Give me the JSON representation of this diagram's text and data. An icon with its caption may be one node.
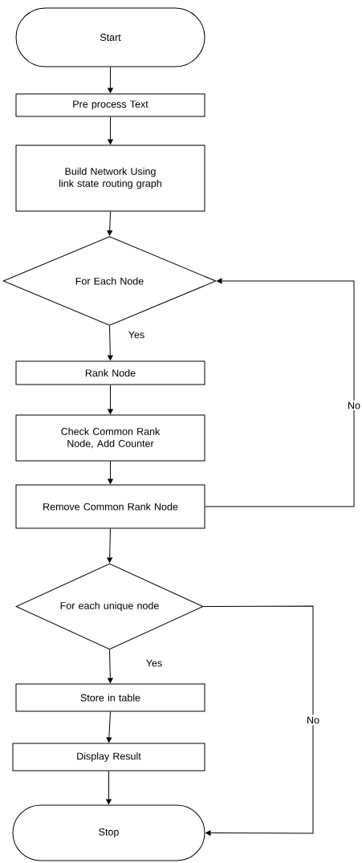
{
  "diagram": {
    "nodes": [
      {
        "text": [
          "Start"
        ]
      },
      {
        "text": [
          "Pre process Text"
        ]
      },
      {
        "text": [
          "Build Network Using link state routing graph"
        ]
      },
      {
        "text": [
          "For Each Node"
        ]
      },
      {
        "text": [
          "Rank Node"
        ]
      },
      {
        "text": [
          "Check Common Rank Node, Add Counter"
        ]
      },
      {
        "text": [
          "Remove Common Rank Node"
        ]
      },
      {
        "text": [
          "For each unique node"
        ]
      },
      {
        "text": [
          "Store in table"
        ]
      },
      {
        "text": [
          "Display Result"
        ]
      },
      {
        "text": [
          "Stop"
        ]
      }
    ],
    "edges": [
      {
        "from": 0,
        "to": 1,
        "arrow": "to"
      },
      {
        "from": 1,
        "to": 2,
        "arrow": "to"
      },
      {
        "from": 2,
        "to": 3,
        "arrow": "to"
      },
      {
        "from": 3,
        "to": 4,
        "arrow": "to",
        "label": "Yes"
      },
      {
        "from": 4,
        "to": 5,
        "arrow": "to"
      },
      {
        "from": 5,
        "to": 6,
        "arrow": "to"
      },
      {
        "from": 6,
        "to": 3,
        "arrow": "to",
        "label": "No"
      },
      {
        "from": 6,
        "to": 7,
        "arrow": "to"
      },
      {
        "from": 7,
        "to": 8,
        "arrow": "to",
        "label": "Yes"
      },
      {
        "from": 8,
        "to": 9,
        "arrow": "to"
      },
      {
        "from": 9,
        "to": 10,
        "arrow": "to"
      },
      {
        "from": 7,
        "to": 10,
        "arrow": "to",
        "label": "No"
      }
    ]
  }
}
